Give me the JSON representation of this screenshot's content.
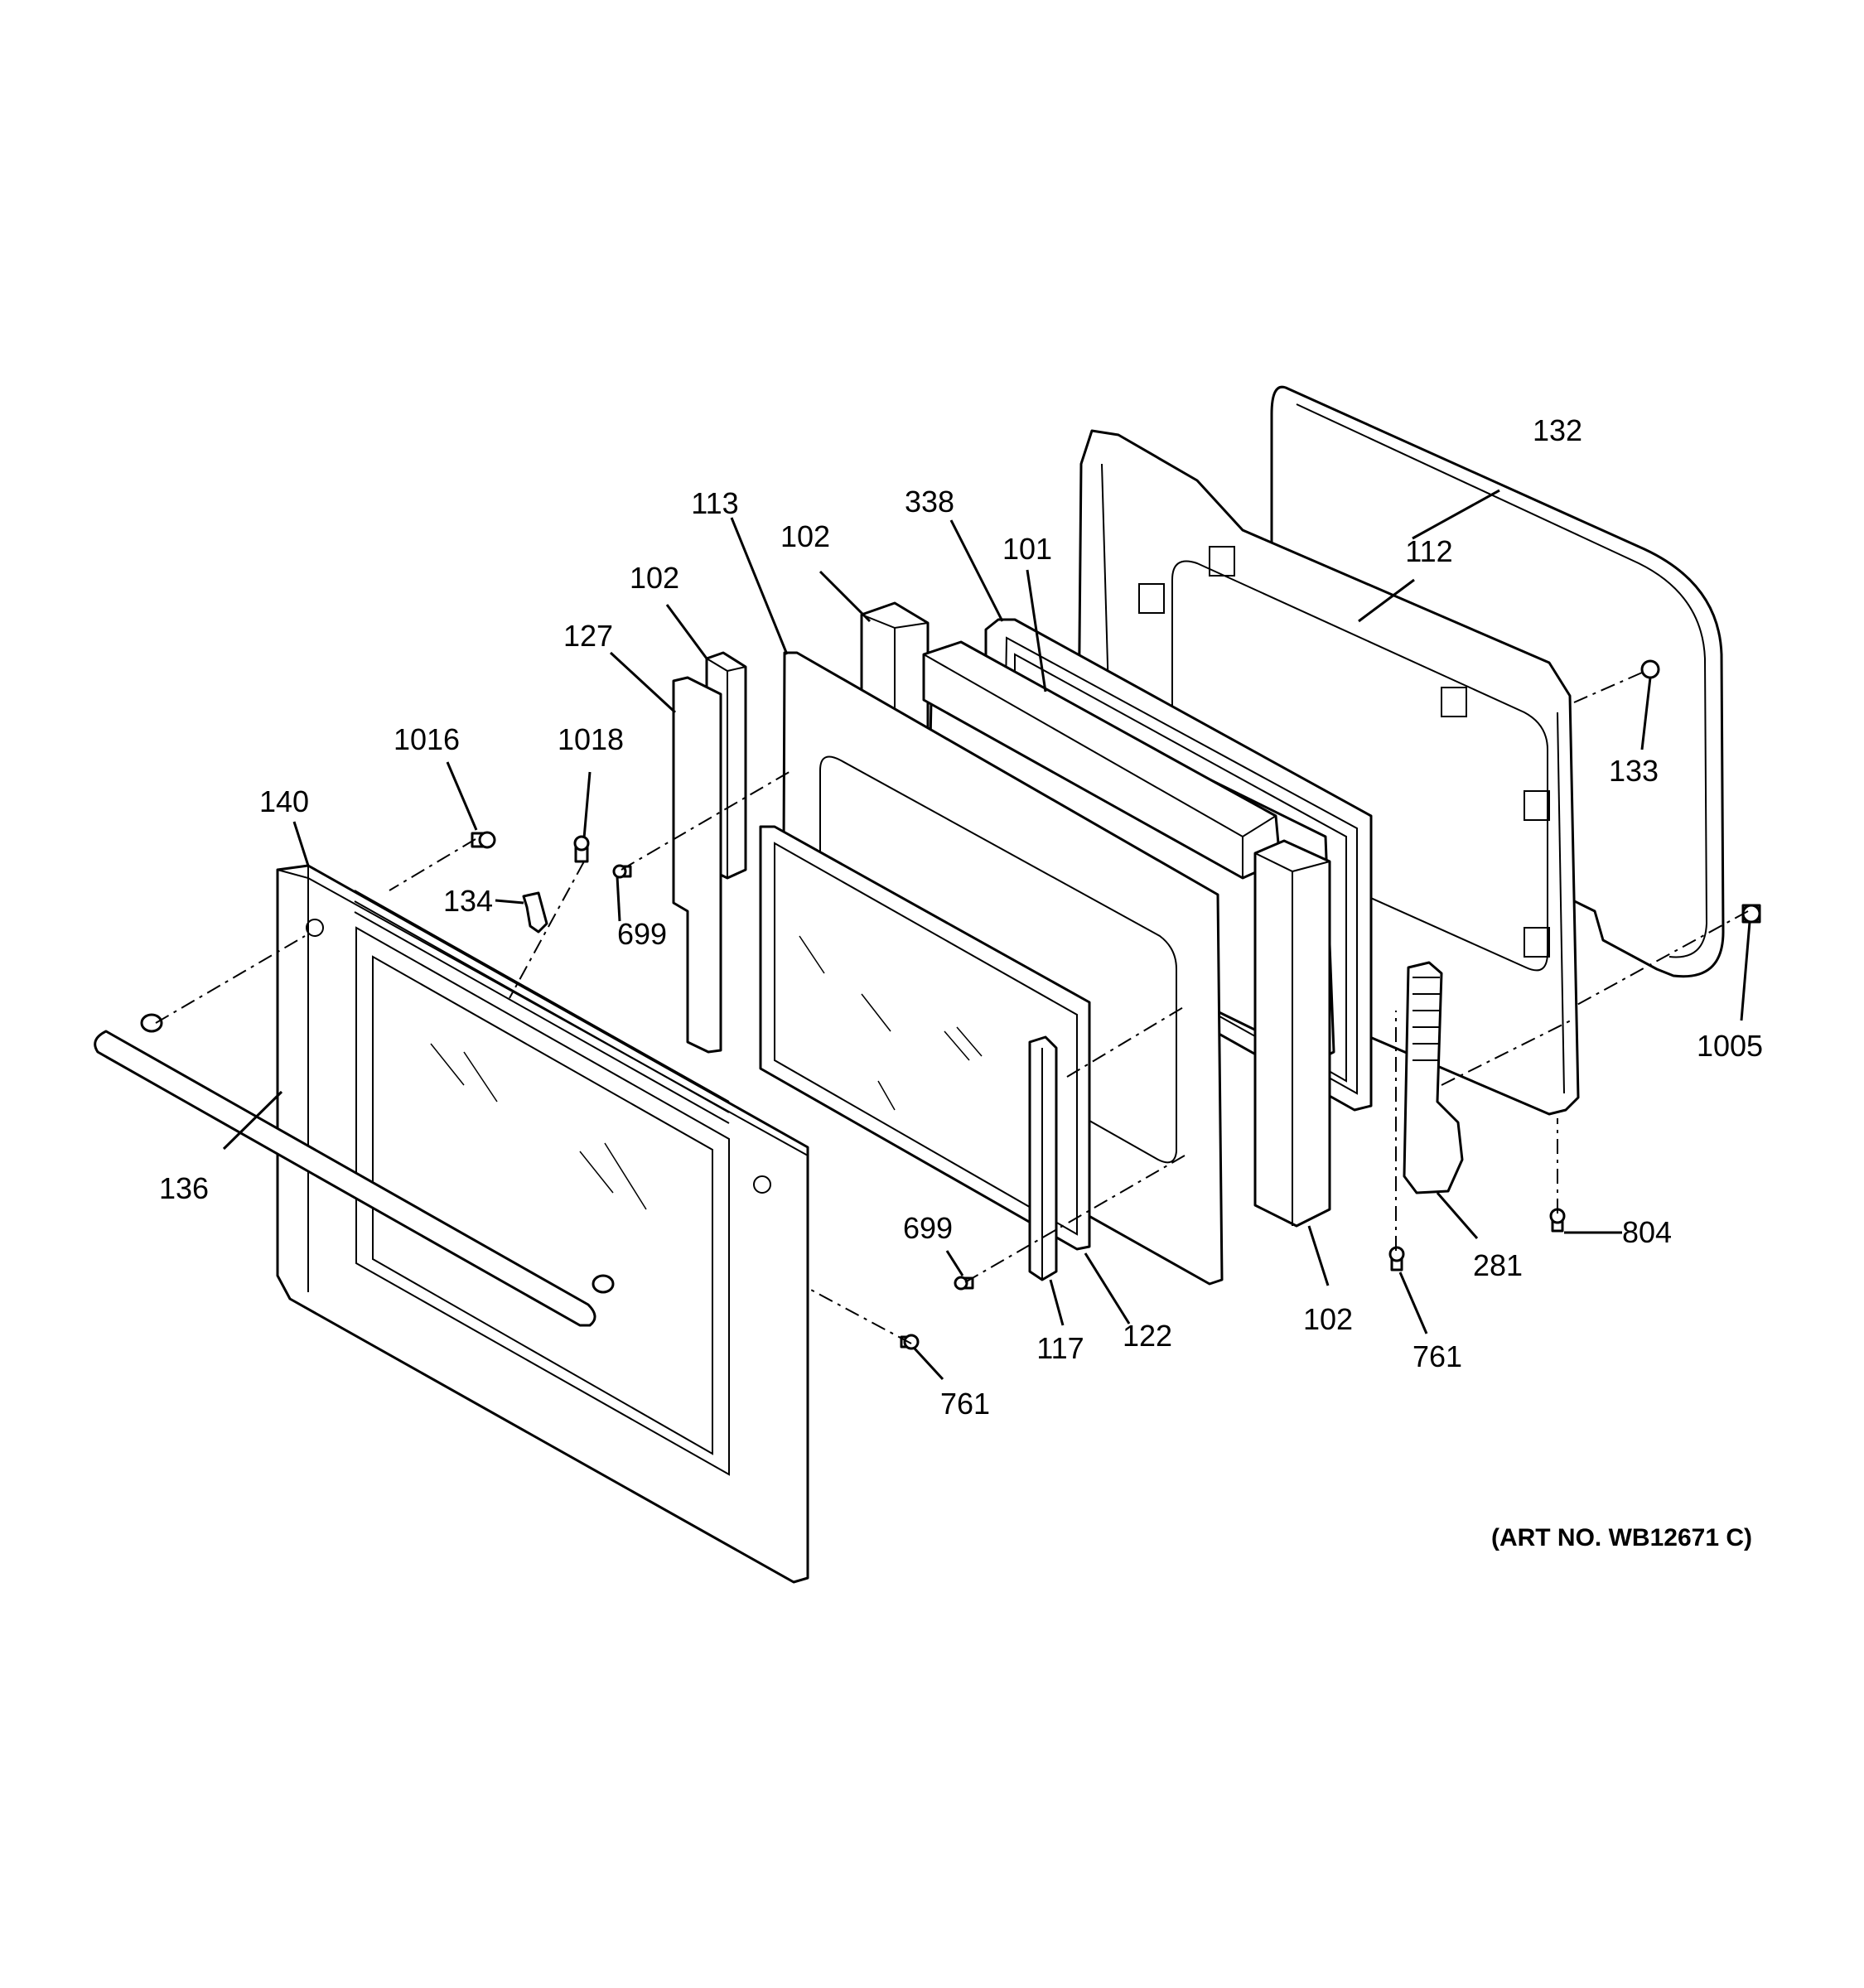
{
  "callouts": {
    "p132": "132",
    "p112": "112",
    "p338": "338",
    "p101": "101",
    "p113": "113",
    "p102_a": "102",
    "p102_b": "102",
    "p102_c": "102",
    "p127": "127",
    "p1016": "1016",
    "p1018": "1018",
    "p140": "140",
    "p134": "134",
    "p699_a": "699",
    "p699_b": "699",
    "p133": "133",
    "p1005": "1005",
    "p136": "136",
    "p804": "804",
    "p281": "281",
    "p761_a": "761",
    "p761_b": "761",
    "p117": "117",
    "p122": "122"
  },
  "art_number": "(ART NO. WB12671 C)"
}
